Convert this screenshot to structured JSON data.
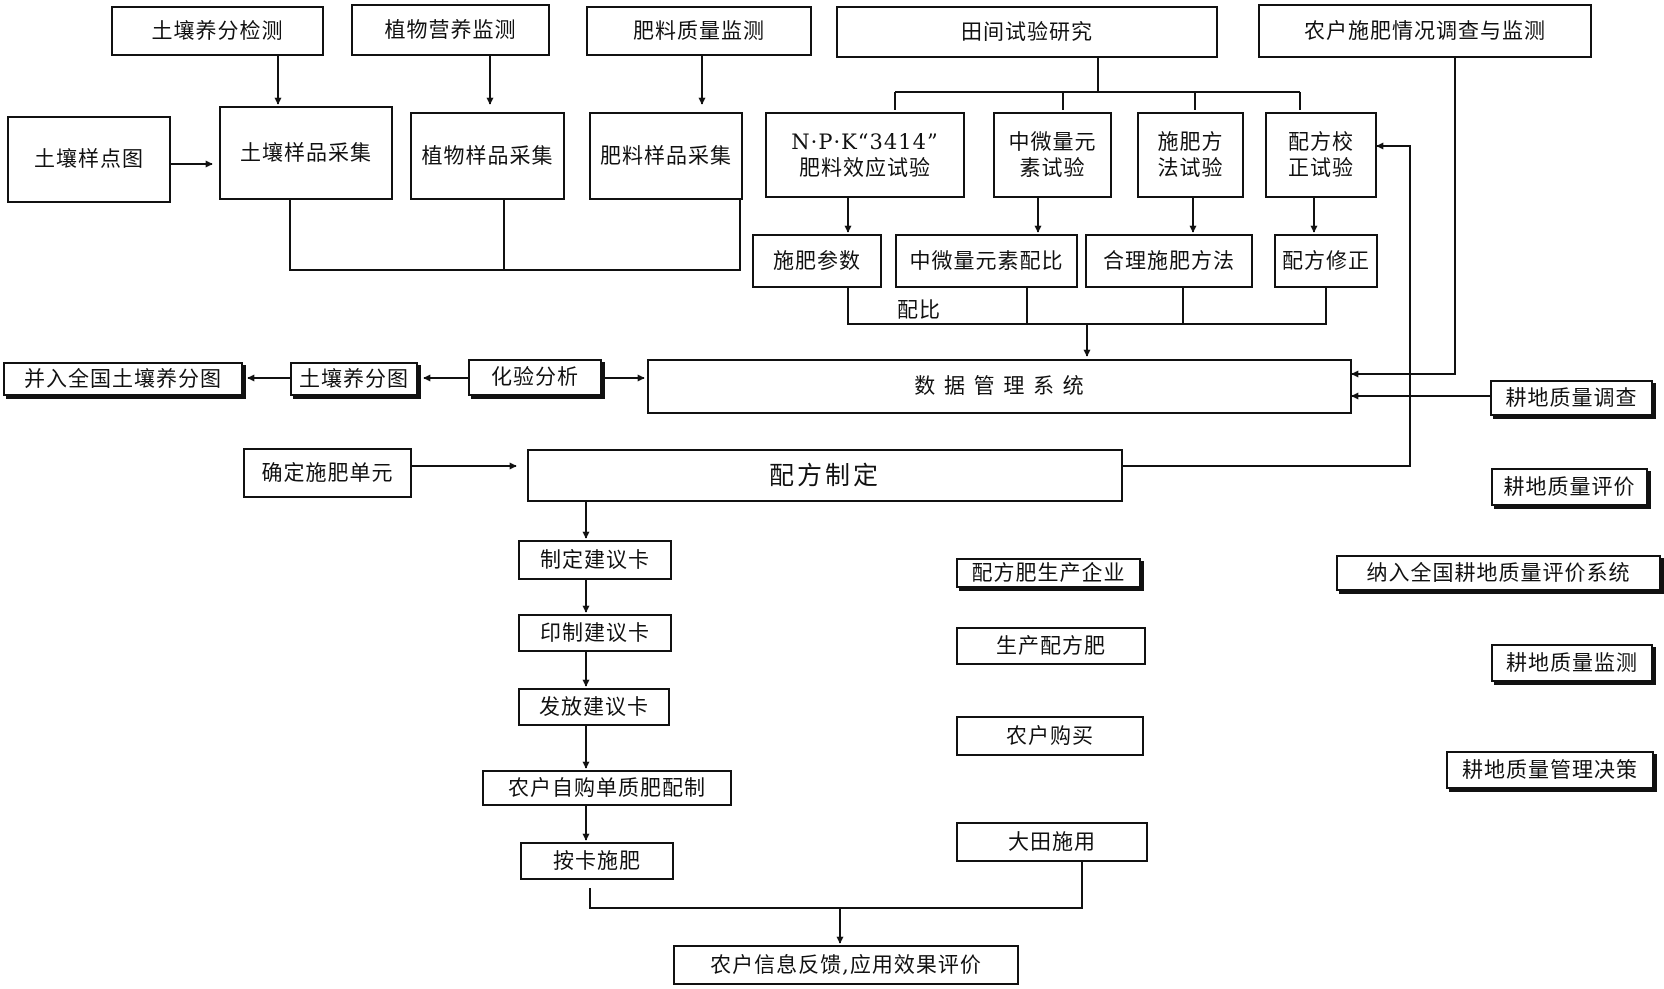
{
  "nodes": {
    "soil_test": "土壤养分检测",
    "plant_monitor": "植物营养监测",
    "fert_quality": "肥料质量监测",
    "field_trial": "田间试验研究",
    "farmer_survey": "农户施肥情况调查与监测",
    "soil_point_map": "土壤样点图",
    "soil_sampling": "土壤样品采集",
    "plant_sampling": "植物样品采集",
    "fert_sampling": "肥料样品采集",
    "npk_trial": "N·P·K“3414”\n肥料效应试验",
    "micro_trial": "中微量元\n素试验",
    "method_trial": "施肥方\n法试验",
    "formula_check": "配方校\n正试验",
    "fert_params": "施肥参数",
    "micro_ratio": "中微量元素配比",
    "method_rational": "合理施肥方法",
    "formula_fix": "配方修正",
    "national_soil_map": "并入全国土壤养分图",
    "soil_nutrient_map": "土壤养分图",
    "lab_analysis": "化验分析",
    "data_mgmt": "数 据 管 理 系 统",
    "land_survey": "耕地质量调查",
    "fert_unit": "确定施肥单元",
    "formula_make": "配方制定",
    "land_eval": "耕地质量评价",
    "card_make": "制定建议卡",
    "card_print": "印制建议卡",
    "card_issue": "发放建议卡",
    "farmer_self": "农户自购单质肥配制",
    "card_apply": "按卡施肥",
    "factory": "配方肥生产企业",
    "produce": "生产配方肥",
    "farmer_buy": "农户购买",
    "field_apply": "大田施用",
    "national_eval": "纳入全国耕地质量评价系统",
    "land_monitor": "耕地质量监测",
    "land_decision": "耕地质量管理决策",
    "feedback": "农户信息反馈,应用效果评价"
  },
  "labels": {
    "ratio_note": "配比"
  }
}
